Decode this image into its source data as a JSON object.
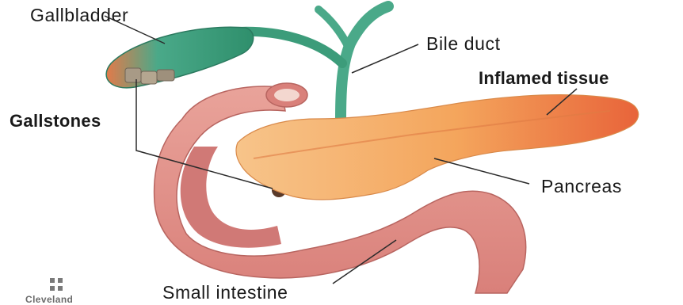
{
  "labels": {
    "gallbladder": "Gallbladder",
    "bile_duct": "Bile duct",
    "inflamed_tissue": "Inflamed tissue",
    "gallstones": "Gallstones",
    "pancreas": "Pancreas",
    "small_intestine": "Small intestine"
  },
  "logo": {
    "wordmark": "Cleveland"
  },
  "colors": {
    "gallbladder_green": "#3fa37f",
    "bile_duct_green": "#4aa989",
    "pancreas_orange": "#f4a55c",
    "inflamed_red": "#e8643a",
    "intestine_pink": "#e4958c",
    "intestine_inner": "#d06f6a",
    "stone_tan": "#a89a86",
    "leader_line": "#2b2b2b"
  }
}
